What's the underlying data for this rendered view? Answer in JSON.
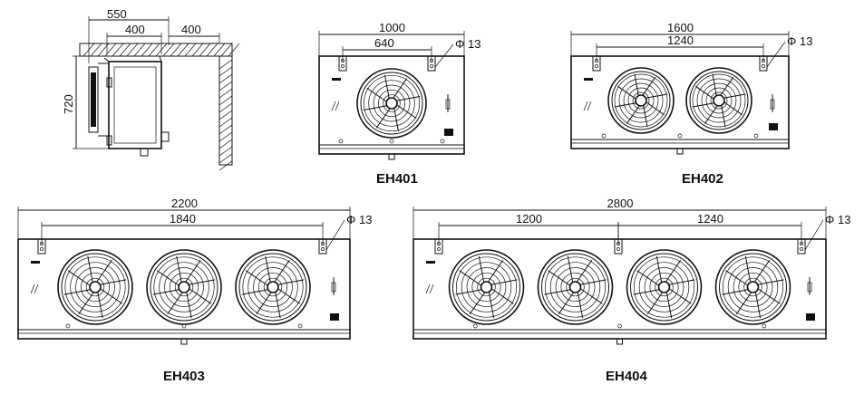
{
  "side_view": {
    "dims": {
      "overall": "550",
      "depth": "400",
      "clearance": "400",
      "height": "720"
    }
  },
  "units": [
    {
      "model": "EH401",
      "overall": "1000",
      "spacing": [
        "640"
      ],
      "hole": "Φ 13",
      "fans": 1
    },
    {
      "model": "EH402",
      "overall": "1600",
      "spacing": [
        "1240"
      ],
      "hole": "Φ 13",
      "fans": 2
    },
    {
      "model": "EH403",
      "overall": "2200",
      "spacing": [
        "1840"
      ],
      "hole": "Φ 13",
      "fans": 3
    },
    {
      "model": "EH404",
      "overall": "2800",
      "spacing": [
        "1200",
        "1240"
      ],
      "hole": "Φ 13",
      "fans": 4
    }
  ]
}
